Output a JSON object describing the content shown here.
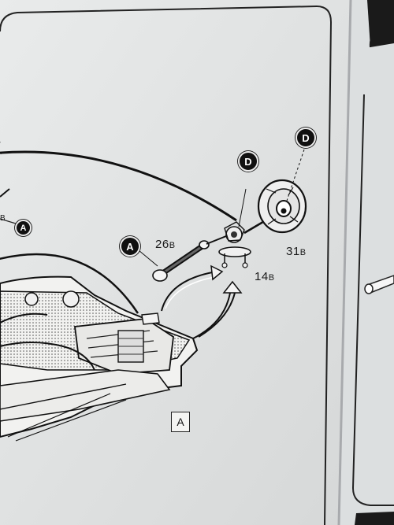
{
  "callouts": {
    "d_top": "D",
    "d_mid": "D",
    "a_part": "A",
    "a_left": "A",
    "left_fragment": "B"
  },
  "parts": {
    "p26": {
      "num": "26",
      "suffix": "B"
    },
    "p31": {
      "num": "31",
      "suffix": "B"
    },
    "p14": {
      "num": "14",
      "suffix": "B"
    }
  },
  "step_box": "A"
}
